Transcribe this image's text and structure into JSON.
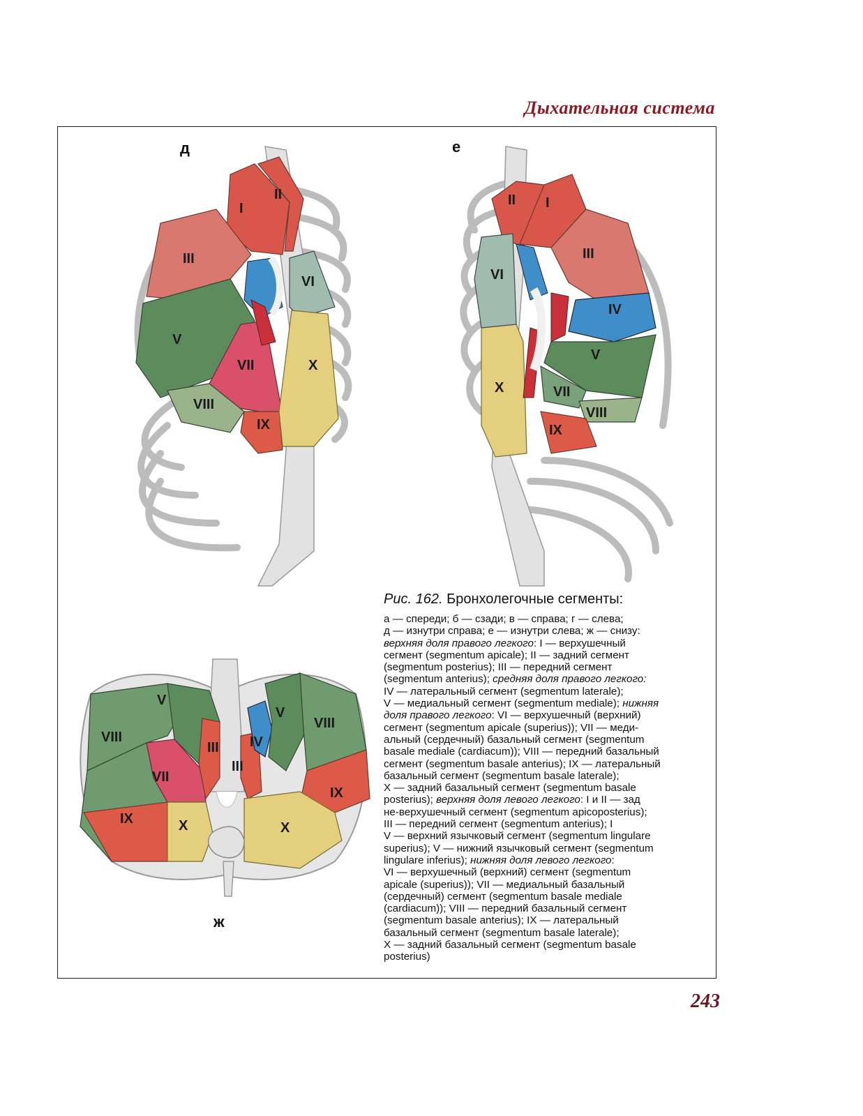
{
  "header": {
    "running_title": "Дыхательная система"
  },
  "figures": {
    "d": {
      "label": "д",
      "segments": {
        "I": "I",
        "II": "II",
        "III": "III",
        "V": "V",
        "VI": "VI",
        "VII": "VII",
        "VIII": "VIII",
        "IX": "IX",
        "X": "X"
      }
    },
    "e": {
      "label": "е",
      "segments": {
        "I": "I",
        "II": "II",
        "III": "III",
        "IV": "IV",
        "V": "V",
        "VI": "VI",
        "VII": "VII",
        "VIII": "VIII",
        "IX": "IX",
        "X": "X"
      }
    },
    "zh": {
      "label": "ж",
      "segments": {
        "V_r": "V",
        "VIII_r": "VIII",
        "VII_r": "VII",
        "IX_r": "IX",
        "X_r": "X",
        "III_r": "III",
        "III_l": "III",
        "IV_l": "IV",
        "V_l": "V",
        "VIII_l": "VIII",
        "IX_l": "IX",
        "X_l": "X"
      }
    }
  },
  "caption": {
    "fig_ref": "Рис. 162.",
    "title": "Бронхолегочные сегменты:",
    "lines": [
      " а — спереди; б — сзади; в — справа; г — слева;",
      "д — изнутри справа; е — изнутри слева; ж — снизу:",
      "",
      "сегмент (segmentum apicale); II — задний сегмент",
      "(segmentum posterius); III — передний сегмент",
      "(segmentum anterius);",
      "IV — латеральный сегмент (segmentum laterale);",
      "V — медиальный сегмент (segmentum mediale);",
      "",
      "сегмент (segmentum apicale (superius)); VII — меди-",
      "альный (сердечный) базальный сегмент (segmentum",
      "basale mediale (cardiacum)); VIII — передний базальный",
      "сегмент (segmentum basale anterius);  IX — латеральный",
      "базальный сегмент (segmentum basale laterale);",
      "X — задний базальный сегмент (segmentum basale",
      "posterius);",
      "не-верхушечный сегмент (segmentum apicoposterius);",
      "III — передний сегмент (segmentum anterius); I",
      "V — верхний язычковый сегмент (segmentum lingulare",
      "superius); V — нижний язычковый сегмент (segmentum",
      "lingulare inferius);",
      " VI — верхушечный (верхний) сегмент (segmentum",
      "apicale (superius)); VII — медиальный базальный",
      "(сердечный) сегмент (segmentum basale mediale",
      "(cardiacum)); VIII — передний базальный сегмент",
      "(segmentum basale anterius); IX — латеральный",
      "базальный сегмент (segmentum basale laterale);",
      "X — задний базальный сегмент (segmentum basale",
      "posterius)"
    ],
    "italic_parts": {
      "upper_right": "верхняя доля правого легкого",
      "upper_right_rest": ": I — верхушечный",
      "middle_right": "средняя доля правого легкого:",
      "lower_right_a": "нижняя",
      "lower_right_b": "доля правого легкого",
      "lower_right_rest": ": VI — верхушечный (верхний)",
      "upper_left": "верхняя доля левого легкого",
      "upper_left_rest": ": I и II — зад",
      "lower_left": "нижняя доля левого легкого",
      "lower_left_rest": ":"
    }
  },
  "page_number": "243",
  "colors": {
    "I": "#d9564a",
    "II": "#d9564a",
    "III": "#d8786e",
    "IV": "#3f8ec9",
    "V": "#5c8c5c",
    "VI": "#9fbcaf",
    "VII": "#d9506a",
    "VIII": "#9ab38a",
    "IX": "#de5a48",
    "X": "#e3cf7e",
    "bone": "#dcdcdc",
    "bone_line": "#9a9a9a"
  }
}
